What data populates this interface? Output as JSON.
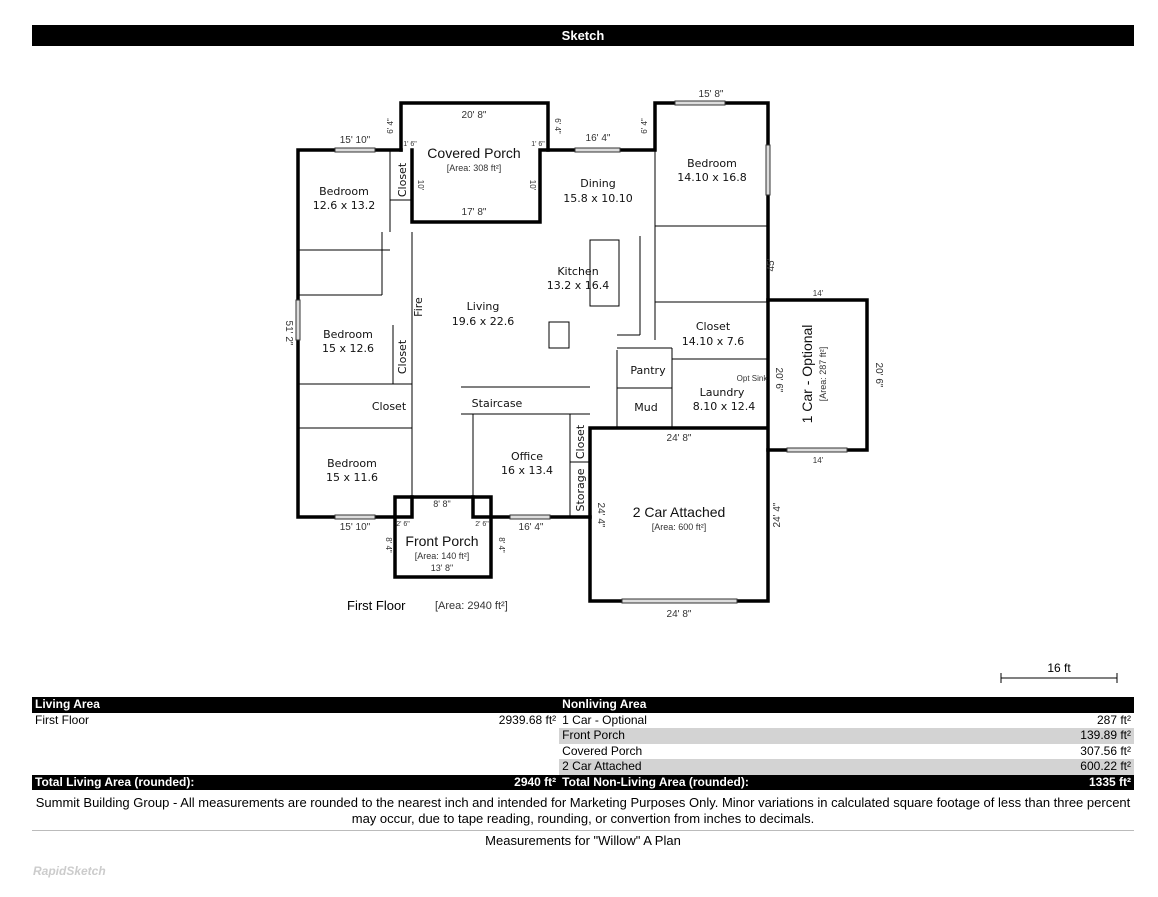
{
  "header": {
    "title": "Sketch"
  },
  "plan": {
    "floor_label": "First Floor",
    "floor_area": "[Area: 2940 ft²]",
    "scale_label": "16 ft",
    "rooms": [
      {
        "name": "Bedroom",
        "size": "12.6 x 13.2"
      },
      {
        "name": "Bedroom",
        "size": "15 x 12.6"
      },
      {
        "name": "Bedroom",
        "size": "15 x 11.6"
      },
      {
        "name": "Living",
        "size": "19.6 x 22.6"
      },
      {
        "name": "Dining",
        "size": "15.8 x 10.10"
      },
      {
        "name": "Kitchen",
        "size": "13.2 x 16.4"
      },
      {
        "name": "Bedroom",
        "size": "14.10 x 16.8"
      },
      {
        "name": "Closet",
        "size": "14.10 x 7.6"
      },
      {
        "name": "Laundry",
        "size": "8.10 x 12.4"
      },
      {
        "name": "Office",
        "size": "16 x 13.4"
      }
    ],
    "small_labels": {
      "closet": "Closet",
      "fire": "Fire",
      "staircase": "Staircase",
      "pantry": "Pantry",
      "mud": "Mud",
      "storage": "Storage",
      "opt_sink": "Opt Sink"
    },
    "areas": [
      {
        "name": "Covered Porch",
        "area": "[Area: 308 ft²]"
      },
      {
        "name": "Front Porch",
        "area": "[Area: 140 ft²]"
      },
      {
        "name": "2 Car Attached",
        "area": "[Area: 600 ft²]"
      },
      {
        "name": "1 Car - Optional",
        "area": "[Area: 287 ft²]"
      }
    ],
    "dims": {
      "d1": "15' 10\"",
      "d2": "20' 8\"",
      "d3": "17' 8\"",
      "d4": "16' 4\"",
      "d5": "15' 8\"",
      "d6": "6' 4\"",
      "d7": "1' 6\"",
      "d8": "10'",
      "d9": "51' 2\"",
      "d10": "45'",
      "d11": "14'",
      "d12": "20' 6\"",
      "d13": "24' 8\"",
      "d14": "24' 4\"",
      "d15": "8' 8\"",
      "d16": "2' 6\"",
      "d17": "13' 8\"",
      "d18": "8' 4\""
    }
  },
  "table": {
    "living_header": "Living Area",
    "nonliving_header": "Nonliving Area",
    "living_rows": [
      {
        "name": "First Floor",
        "value": "2939.68 ft²"
      }
    ],
    "nonliving_rows": [
      {
        "name": "1 Car - Optional",
        "value": "287 ft²"
      },
      {
        "name": "Front Porch",
        "value": "139.89 ft²"
      },
      {
        "name": "Covered Porch",
        "value": "307.56 ft²"
      },
      {
        "name": "2 Car Attached",
        "value": "600.22 ft²"
      }
    ],
    "total_living_label": "Total Living Area (rounded):",
    "total_living_value": "2940 ft²",
    "total_nonliving_label": "Total Non-Living Area (rounded):",
    "total_nonliving_value": "1335 ft²"
  },
  "footer": {
    "disclaimer": "Summit Building Group - All measurements are rounded to the nearest inch and intended for Marketing Purposes Only.  Minor variations in calculated square footage of less than three percent may occur, due to tape reading, rounding, or convertion from inches to decimals.",
    "plan_name": "Measurements for \"Willow\" A Plan",
    "logo": "RapidSketch"
  }
}
